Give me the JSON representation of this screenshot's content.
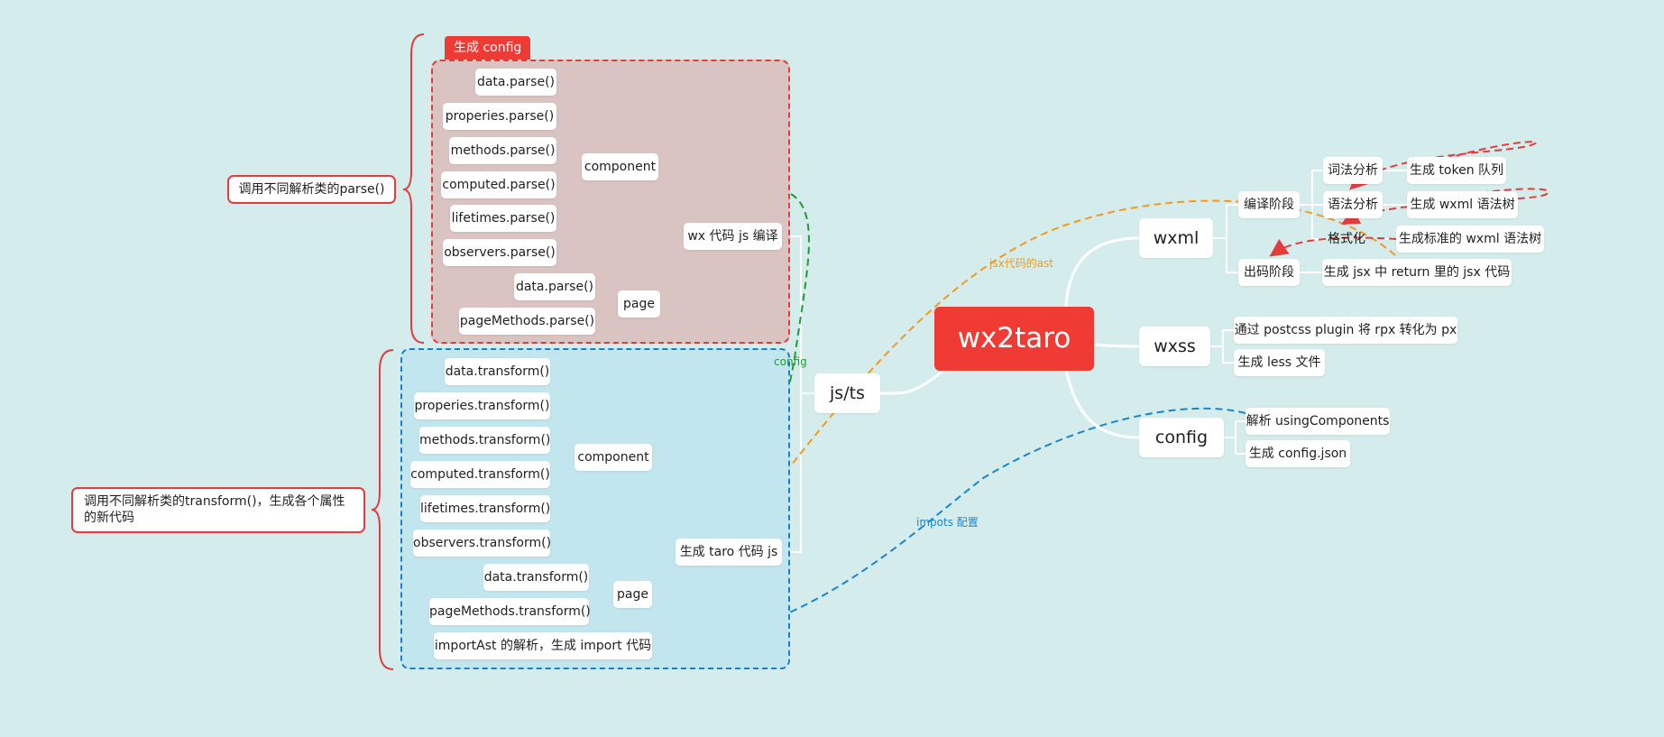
{
  "root": {
    "label": "wx2taro"
  },
  "branches": {
    "js": "js/ts",
    "wxml": "wxml",
    "wxss": "wxss",
    "config": "config"
  },
  "js_branch": {
    "compile_group": {
      "tag": "生成 config",
      "title": "wx 代码 js 编译",
      "component": "component",
      "component_items": [
        "data.parse()",
        "properies.parse()",
        "methods.parse()",
        "computed.parse()",
        "lifetimes.parse()",
        "observers.parse()"
      ],
      "page": "page",
      "page_items": [
        "data.parse()",
        "pageMethods.parse()"
      ]
    },
    "generate_group": {
      "title": "生成 taro 代码 js",
      "component": "component",
      "component_items": [
        "data.transform()",
        "properies.transform()",
        "methods.transform()",
        "computed.transform()",
        "lifetimes.transform()",
        "observers.transform()"
      ],
      "page": "page",
      "page_items": [
        "data.transform()",
        "pageMethods.transform()"
      ],
      "import_item": "importAst 的解析，生成 import 代码"
    },
    "summary_parse": "调用不同解析类的parse()",
    "summary_transform": "调用不同解析类的transform()，生成各个属性的新代码"
  },
  "wxml_branch": {
    "compile_stage": "编译阶段",
    "lexical": "词法分析",
    "lexical_child": "生成 token 队列",
    "syntax": "语法分析",
    "syntax_child": "生成 wxml 语法树",
    "format": "格式化",
    "format_child": "生成标准的 wxml 语法树",
    "output_stage": "出码阶段",
    "output_child": "生成 jsx 中 return 里的 jsx 代码"
  },
  "wxss_branch": {
    "items": [
      "通过 postcss plugin 将 rpx 转化为 px",
      "生成 less 文件"
    ]
  },
  "config_branch": {
    "items": [
      "解析 usingComponents",
      "生成 config.json"
    ]
  },
  "relationships": {
    "config_label": "config",
    "jsx_label": "jsx代码的ast",
    "imports_label": "impots 配置"
  },
  "colors": {
    "background": "#d4eceb",
    "root": "#f03b35",
    "red_dash": "#e63b3b",
    "blue_dash": "#1a7ec8",
    "green_rel": "#1f9d2f",
    "orange_rel": "#f39a1e",
    "blue_rel": "#1a86cc"
  }
}
